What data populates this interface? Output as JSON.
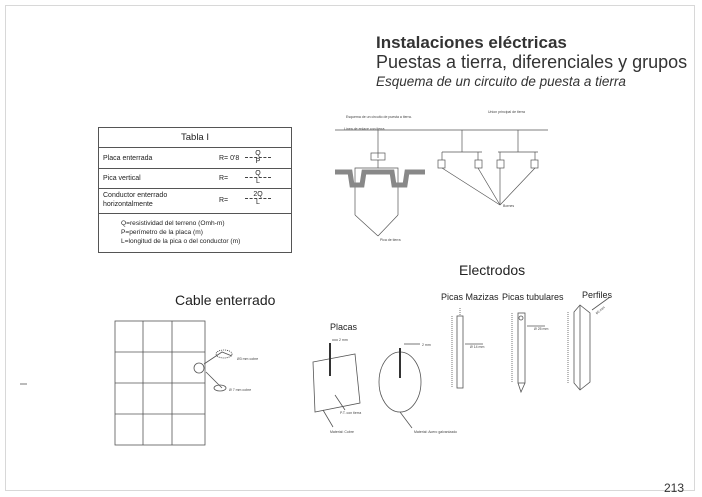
{
  "header": {
    "title": "Instalaciones eléctricas",
    "subtitle": "Puestas a tierra, diferenciales y grupos",
    "caption": "Esquema de un circuito de puesta a tierra"
  },
  "tabla": {
    "title": "Tabla I",
    "rows": [
      {
        "label": "Placa enterrada",
        "formula": "R= 0'8",
        "numerator": "Q",
        "denominator": "P"
      },
      {
        "label": "Pica vertical",
        "formula": "R=",
        "numerator": "Q",
        "denominator": "L"
      },
      {
        "label": "Conductor enterrado",
        "label2": "horizontalmente",
        "formula": "R=",
        "numerator": "2Q",
        "denominator": "L"
      }
    ],
    "notes": [
      "Q=resistividad del terreno (Omh-m)",
      "P=perímetro de la placa (m)",
      "L=longitud de la pica o del conductor (m)"
    ]
  },
  "sections": {
    "cable": "Cable enterrado",
    "electrodos": "Electrodos",
    "placas": "Placas",
    "picas_mazizas": "Picas Mazizas",
    "picas_tubulares": "Picas tubulares",
    "perfiles": "Perfiles"
  },
  "diagram_labels": {
    "esquema": "Esquema de un circuito de puesta a tierra.",
    "union": "Union principal de tierra",
    "linea": "Línea de enlace con tierra",
    "bornes": "Bornes",
    "pica": "Pica de tierra",
    "pt": "P.T. con tierra",
    "placa_dim1": "2 mm",
    "placa_dim2": "2 mm",
    "material_cobre": "Material: Cobre",
    "material_acero": "Material: Acero galvanizado",
    "cable_note1": "Ø3 mm cobre",
    "cable_note2": "Ø 7 mm cobre",
    "pica_dim": "Ø 14 mm",
    "tubular_dim": "Ø 25 mm",
    "perfil_dim": "60 mm"
  },
  "page_number": "213"
}
